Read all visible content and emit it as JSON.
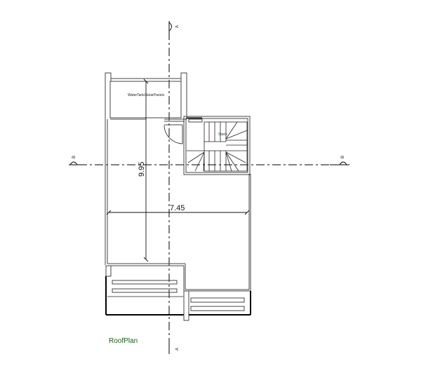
{
  "drawing": {
    "title": "RoofPlan",
    "rooms": {
      "water_tank": "WaterTank/SolarPanels",
      "stairs": "Stairs"
    },
    "dimensions": {
      "vertical": "9.95",
      "horizontal": "7.45"
    },
    "section_markers": {
      "a_top": "A",
      "a_bottom": "A",
      "b_left": "B",
      "b_right": "B"
    },
    "colors": {
      "line": "#000000",
      "wall": "#444444",
      "title": "#1a5a1a",
      "background": "#ffffff"
    }
  }
}
